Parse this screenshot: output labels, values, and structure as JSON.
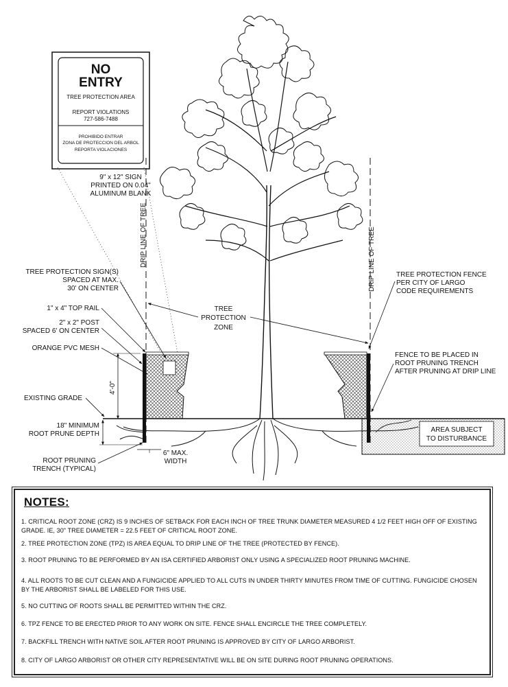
{
  "sign": {
    "line1": "NO",
    "line2": "ENTRY",
    "area": "TREE PROTECTION AREA",
    "report": "REPORT VIOLATIONS",
    "phone": "727-586-7488",
    "es1": "PROHIBIDO ENTRAR",
    "es2": "ZONA DE PROTECCION DEL ARBOL",
    "es3": "REPORTA VIOLACIONES"
  },
  "sign_note": [
    "9\" x 12\" SIGN",
    "PRINTED ON 0.04\"",
    "ALUMINUM BLANK"
  ],
  "labels": {
    "sign_spacing": [
      "TREE PROTECTION SIGN(S)",
      "SPACED AT MAX.",
      "30' ON CENTER"
    ],
    "top_rail": "1\" x 4\" TOP RAIL",
    "post": [
      "2\" x 2\" POST",
      "SPACED 6' ON CENTER"
    ],
    "mesh": "ORANGE PVC MESH",
    "height": "4'-0\"",
    "grade": "EXISTING GRADE",
    "prune_depth": [
      "18\" MINIMUM",
      "ROOT PRUNE DEPTH"
    ],
    "trench": [
      "ROOT PRUNING",
      "TRENCH (TYPICAL)"
    ],
    "width": [
      "6\" MAX.",
      "WIDTH"
    ],
    "drip_left": "DRIP LINE OF TREE",
    "drip_right": "DRIP LINE OF TREE",
    "zone": [
      "TREE",
      "PROTECTION",
      "ZONE"
    ],
    "fence_req": [
      "TREE PROTECTION FENCE",
      "PER CITY OF LARGO",
      "CODE REQUIREMENTS"
    ],
    "fence_place": [
      "FENCE TO BE PLACED IN",
      "ROOT PRUNING TRENCH",
      "AFTER PRUNING AT DRIP LINE"
    ],
    "disturbance": [
      "AREA SUBJECT",
      "TO DISTURBANCE"
    ]
  },
  "notes": {
    "title": "NOTES:",
    "items": [
      "1.  Critical root zone (CRZ) is 9 inches of setback for each inch of tree trunk diameter measured 4 1/2 feet high off of existing grade. IE, 30\" tree diameter = 22.5 feet of critical root zone.",
      "2.  Tree protection zone (TPZ) is area equal to drip line of the tree (protected by fence).",
      "3.  Root pruning to be performed by an ISA certified arborist only using a specialized root pruning machine.",
      "4.  All roots to be cut clean and a fungicide applied to all cuts in under thirty minutes from time of cutting. Fungicide chosen by the arborist shall be labeled for this use.",
      "5.  No cutting of roots shall be permitted within the CRZ.",
      "6.  TPZ fence to be erected prior to any work on site. Fence shall encircle the tree completely.",
      "7.  Backfill trench with native soil after root pruning is approved by City of Largo arborist.",
      "8.  City of Largo arborist or other city representative will be on site during root pruning operations."
    ]
  }
}
